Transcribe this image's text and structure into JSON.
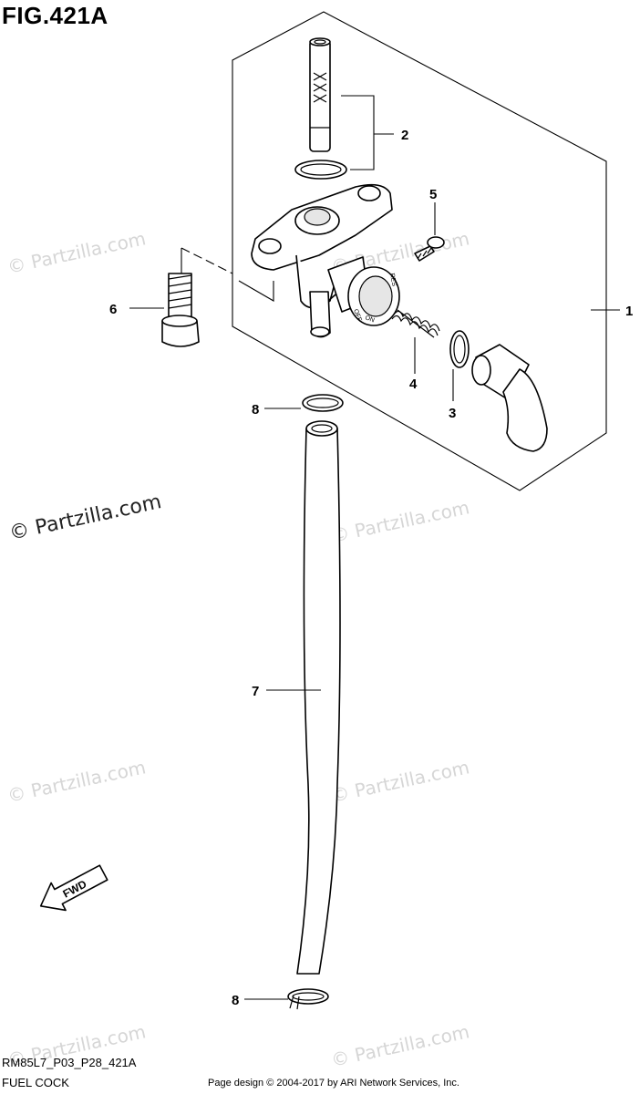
{
  "figure": {
    "title": "FIG.421A",
    "code": "RM85L7_P03_P28_421A",
    "name": "FUEL COCK"
  },
  "footer": {
    "credit": "Page design © 2004-2017 by ARI Network Services, Inc."
  },
  "watermarks": {
    "faint_text": "© Partzilla.com",
    "strong_text": "© Partzilla.com"
  },
  "callouts": [
    {
      "label": "1"
    },
    {
      "label": "2"
    },
    {
      "label": "3"
    },
    {
      "label": "4"
    },
    {
      "label": "5"
    },
    {
      "label": "6"
    },
    {
      "label": "7"
    },
    {
      "label": "8"
    },
    {
      "label": "8"
    }
  ],
  "fwd_arrow": {
    "label": "FWD"
  },
  "valve_markings": {
    "off": "OFF",
    "on": "ON",
    "res": "RES"
  }
}
